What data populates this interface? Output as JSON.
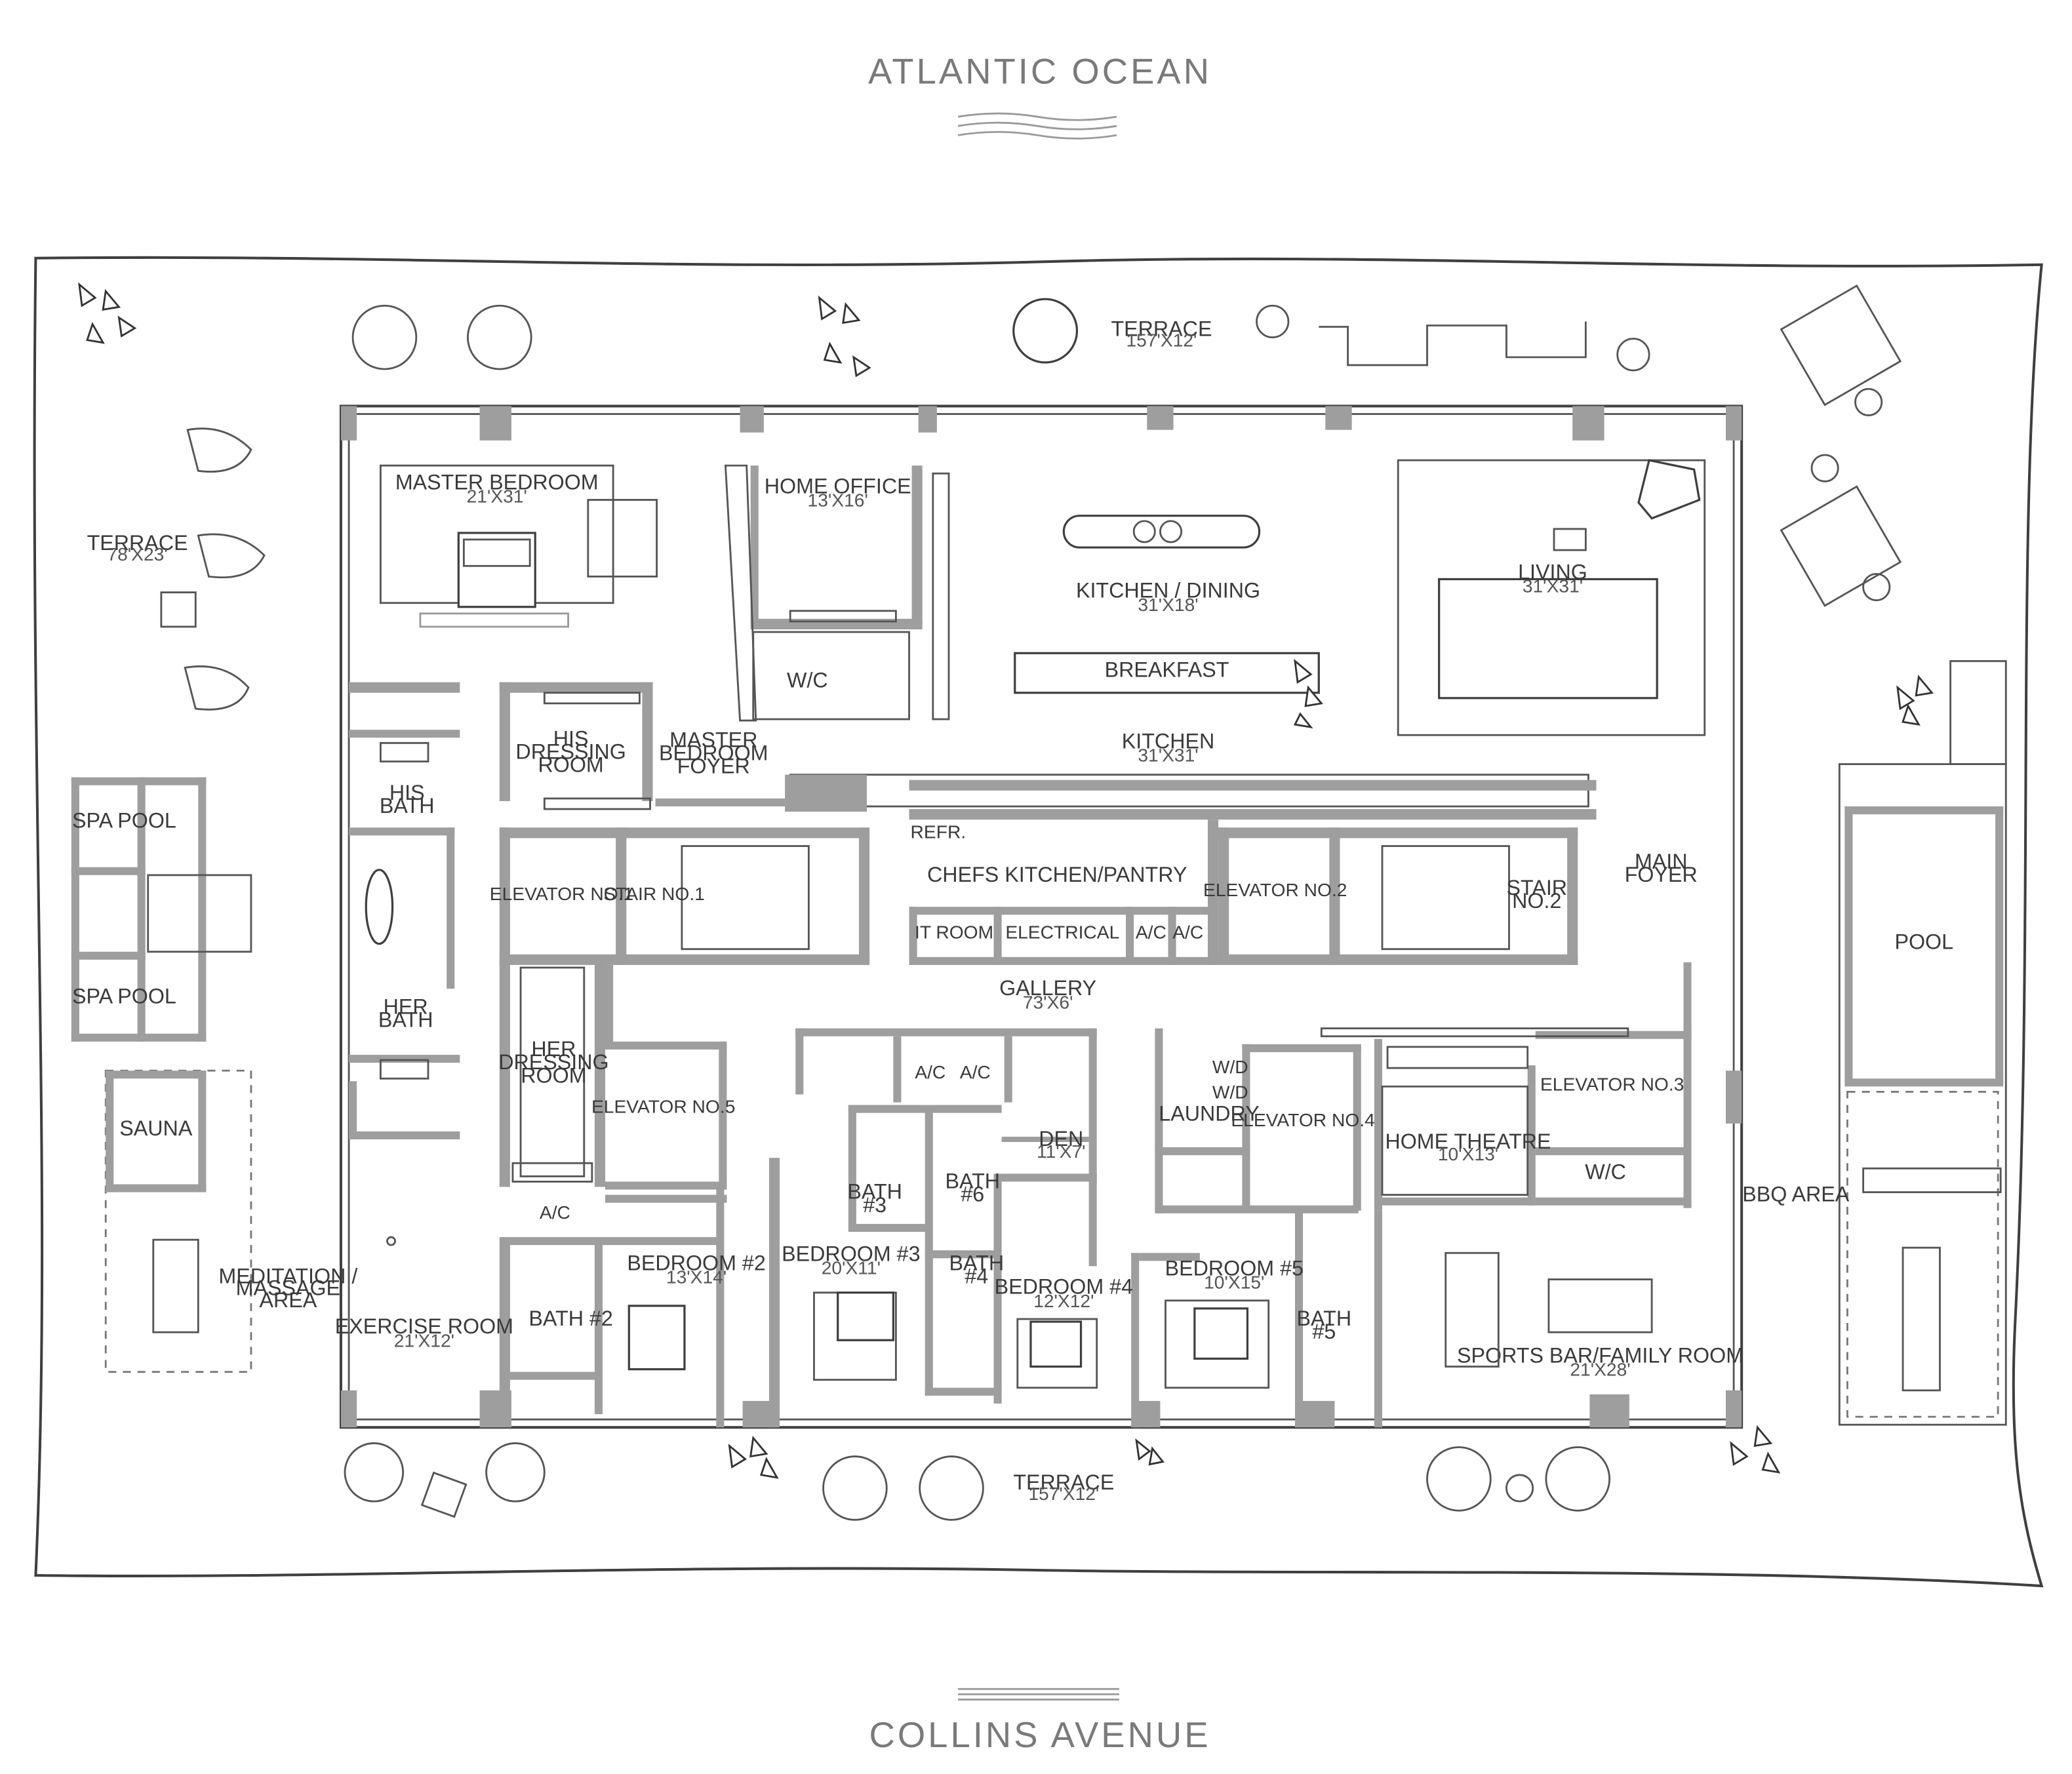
{
  "compass": {
    "north": "ATLANTIC OCEAN",
    "south": "COLLINS AVENUE"
  },
  "rooms": {
    "terrace_north": {
      "name": "TERRACE",
      "dim": "157'X12'"
    },
    "terrace_west": {
      "name": "TERRACE",
      "dim": "78'X23'"
    },
    "terrace_south": {
      "name": "TERRACE",
      "dim": "157'X12'"
    },
    "master_bedroom": {
      "name": "MASTER BEDROOM",
      "dim": "21'X31'"
    },
    "home_office": {
      "name": "HOME OFFICE",
      "dim": "13'X16'"
    },
    "wc_office": {
      "name": "W/C"
    },
    "kitchen_dining": {
      "name": "KITCHEN / DINING",
      "dim": "31'X18'"
    },
    "breakfast": {
      "name": "BREAKFAST"
    },
    "living": {
      "name": "LIVING",
      "dim": "31'X31'"
    },
    "kitchen": {
      "name": "KITCHEN",
      "dim": "31'X31'"
    },
    "his_dressing": {
      "l1": "HIS",
      "l2": "DRESSING",
      "l3": "ROOM"
    },
    "master_foyer": {
      "l1": "MASTER",
      "l2": "BEDROOM",
      "l3": "FOYER"
    },
    "his_bath": {
      "l1": "HIS",
      "l2": "BATH"
    },
    "spa_pool_1": {
      "name": "SPA POOL"
    },
    "spa_pool_2": {
      "name": "SPA POOL"
    },
    "elevator_1": {
      "name": "ELEVATOR NO.1"
    },
    "stair_1": {
      "name": "STAIR NO.1"
    },
    "chefs_kitchen": {
      "name": "CHEFS KITCHEN/PANTRY"
    },
    "refr": {
      "name": "REFR."
    },
    "it_room": {
      "name": "IT ROOM"
    },
    "electrical": {
      "name": "ELECTRICAL"
    },
    "ac_1": {
      "name": "A/C"
    },
    "ac_2": {
      "name": "A/C"
    },
    "elevator_2": {
      "name": "ELEVATOR NO.2"
    },
    "stair_2": {
      "l1": "STAIR",
      "l2": "NO.2"
    },
    "main_foyer": {
      "l1": "MAIN",
      "l2": "FOYER"
    },
    "pool": {
      "name": "POOL"
    },
    "gallery": {
      "name": "GALLERY",
      "dim": "73'X6'"
    },
    "her_bath": {
      "l1": "HER",
      "l2": "BATH"
    },
    "her_dressing": {
      "l1": "HER",
      "l2": "DRESSING",
      "l3": "ROOM"
    },
    "elevator_5": {
      "name": "ELEVATOR NO.5"
    },
    "ac_3": {
      "name": "A/C"
    },
    "ac_4": {
      "name": "A/C"
    },
    "ac_5": {
      "name": "A/C"
    },
    "den": {
      "name": "DEN",
      "dim": "11'X7'"
    },
    "laundry": {
      "name": "LAUNDRY"
    },
    "wd_1": {
      "name": "W/D"
    },
    "wd_2": {
      "name": "W/D"
    },
    "elevator_4": {
      "name": "ELEVATOR NO.4"
    },
    "home_theatre": {
      "name": "HOME THEATRE",
      "dim": "10'X13'"
    },
    "elevator_3": {
      "name": "ELEVATOR NO.3"
    },
    "wc_elev3": {
      "name": "W/C"
    },
    "sauna": {
      "name": "SAUNA"
    },
    "bbq": {
      "name": "BBQ AREA"
    },
    "bath_3": {
      "l1": "BATH",
      "l2": "#3"
    },
    "bath_6": {
      "l1": "BATH",
      "l2": "#6"
    },
    "bath_4": {
      "l1": "BATH",
      "l2": "#4"
    },
    "bath_5": {
      "l1": "BATH",
      "l2": "#5"
    },
    "bath_2": {
      "name": "BATH #2"
    },
    "bedroom_2": {
      "name": "BEDROOM #2",
      "dim": "13'X14'"
    },
    "bedroom_3": {
      "name": "BEDROOM #3",
      "dim": "20'X11'"
    },
    "bedroom_4": {
      "name": "BEDROOM #4",
      "dim": "12'X12'"
    },
    "bedroom_5": {
      "name": "BEDROOM #5",
      "dim": "10'X15'"
    },
    "meditation": {
      "l1": "MEDITATION /",
      "l2": "MASSAGE",
      "l3": "AREA"
    },
    "exercise": {
      "name": "EXERCISE ROOM",
      "dim": "21'X12'"
    },
    "sports_bar": {
      "name": "SPORTS BAR/FAMILY ROOM",
      "dim": "21'X28'"
    }
  },
  "colors": {
    "wall": "#9e9e9e",
    "line": "#3f3f3f",
    "label": "#3a3a3a",
    "compass": "#7a7a7a"
  }
}
